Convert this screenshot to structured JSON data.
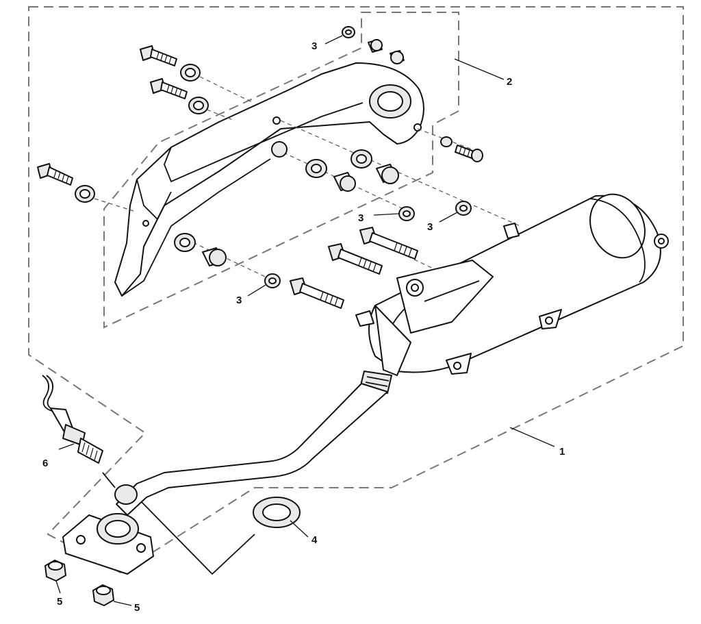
{
  "callouts": {
    "c1": "1",
    "c2": "2",
    "c3a": "3",
    "c3b": "3",
    "c3c": "3",
    "c3d": "3",
    "c4": "4",
    "c5a": "5",
    "c5b": "5",
    "c6": "6"
  }
}
